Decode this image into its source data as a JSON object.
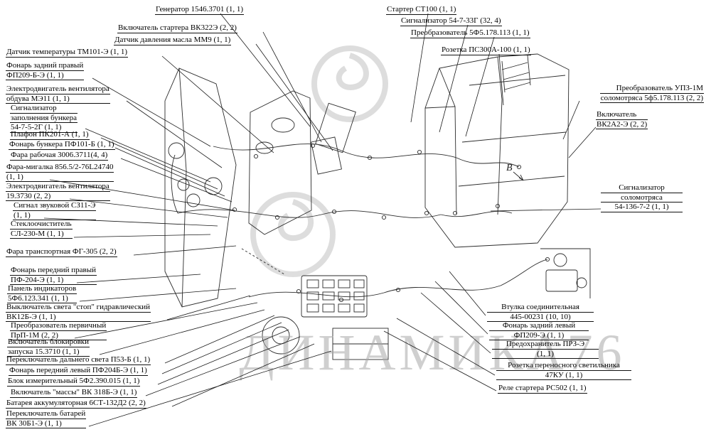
{
  "watermark": {
    "text": "ДИНАМИКА76"
  },
  "figure": {
    "view_marker": "В"
  },
  "colors": {
    "ink": "#1f1f1f",
    "leader": "#1a1a1a",
    "watermark": "#a9a9a9"
  },
  "labels": {
    "generator": {
      "lines": [
        "Генератор 1546.3701 (1, 1)"
      ]
    },
    "starter_switch": {
      "lines": [
        "Включатель стартера ВК322Э (2, 2)"
      ]
    },
    "oil_pressure_sensor": {
      "lines": [
        "Датчик давления масла ММ9 (1, 1)"
      ]
    },
    "temperature_sensor": {
      "lines": [
        "Датчик температуры ТМ101-Э (1, 1)"
      ]
    },
    "starter": {
      "lines": [
        "Стартер СТ100 (1, 1)"
      ]
    },
    "signal_54_7_33": {
      "lines": [
        "Сигнализатор 54-7-33Г (32, 4)"
      ]
    },
    "converter_5f5": {
      "lines": [
        "Преобразователь 5Ф5.178.113 (1, 1)"
      ]
    },
    "socket_ps300": {
      "lines": [
        "Розетка ПС300А-100 (1, 1)"
      ]
    },
    "rear_right_light": {
      "lines": [
        "Фонарь задний правый",
        "ФП209-Б-Э (1, 1)"
      ]
    },
    "fan_motor_blower": {
      "lines": [
        "Электродвигатель вентилятора",
        "обдува МЭ11 (1, 1)"
      ]
    },
    "bunker_fill_signal": {
      "lines": [
        "Сигнализатор",
        "заполнения бункера",
        "54-7-5-2Г (1, 1)"
      ]
    },
    "dome_light": {
      "lines": [
        "Плафон ПК201-А (1, 1)"
      ]
    },
    "bunker_light": {
      "lines": [
        "Фонарь бункера ПФ101-Б (1, 1)"
      ]
    },
    "work_light": {
      "lines": [
        "Фара рабочая 3006.3711(4, 4)"
      ]
    },
    "flasher_light": {
      "lines": [
        "Фара-мигалка 856.5/2-76L24740",
        "(1, 1)"
      ]
    },
    "fan_motor": {
      "lines": [
        "Электродвигатель вентилятора",
        "19.3730 (2, 2)"
      ]
    },
    "horn": {
      "lines": [
        "Сигнал звуковой СЗ11-Э",
        "(1, 1)"
      ]
    },
    "wiper": {
      "lines": [
        "Стеклоочиститель",
        "СЛ-230-М (1, 1)"
      ]
    },
    "transport_light": {
      "lines": [
        "Фара транспортная ФГ-305 (2, 2)"
      ]
    },
    "front_right_light": {
      "lines": [
        "Фонарь передний правый",
        "ПФ-204-Э (1, 1)"
      ]
    },
    "indicator_panel": {
      "lines": [
        "Панель индикаторов",
        "5Ф6.123.341 (1, 1)"
      ]
    },
    "stop_light_switch": {
      "lines": [
        "Выключатель света \"стоп\" гидравлический",
        "ВК12Б-Э (1, 1)"
      ]
    },
    "primary_converter": {
      "lines": [
        "Преобразователь первичный",
        "ПрП-1М (2, 2)"
      ]
    },
    "start_lock_switch": {
      "lines": [
        "Включатель блокировки",
        "запуска 15.3710 (1, 1)"
      ]
    },
    "high_beam_switch": {
      "lines": [
        "Переключатель дальнего света П53-Б (1, 1)"
      ]
    },
    "front_left_light": {
      "lines": [
        "Фонарь передний левый ПФ204Б-Э (1, 1)"
      ]
    },
    "measuring_block": {
      "lines": [
        "Блок измерительный 5Ф2.390.015 (1, 1)"
      ]
    },
    "ground_switch": {
      "lines": [
        "Включатель \"массы\" ВК 318Б-Э (1, 1)"
      ]
    },
    "battery": {
      "lines": [
        "Батарея аккумуляторная 6СТ-132Д2 (2, 2)"
      ]
    },
    "battery_switch": {
      "lines": [
        "Переключатель батарей",
        "ВК 30Б1-Э (1, 1)"
      ]
    },
    "upz_converter": {
      "lines": [
        "Преобразователь УПЗ-1М",
        "соломотряса 5ф5.178.113 (2, 2)"
      ]
    },
    "switch_vk2a2": {
      "lines": [
        "Включатель",
        "ВК2А2-Э (2, 2)"
      ]
    },
    "straw_walker_signal": {
      "lines": [
        "Сигнализатор",
        "соломотряса",
        "54-136-7-2 (1, 1)"
      ]
    },
    "connecting_sleeve": {
      "lines": [
        "Втулка соединительная",
        "445-00231 (10, 10)"
      ]
    },
    "rear_left_light": {
      "lines": [
        "Фонарь задний левый",
        "ФП209-Э (1, 1)"
      ]
    },
    "fuse": {
      "lines": [
        "Предохранитель ПРЗ-Э",
        "(1, 1)"
      ]
    },
    "portable_lamp_socket": {
      "lines": [
        "Розетка переносного светильника",
        "47КУ (1, 1)"
      ]
    },
    "starter_relay": {
      "lines": [
        "Реле стартера РС502 (1, 1)"
      ]
    }
  }
}
